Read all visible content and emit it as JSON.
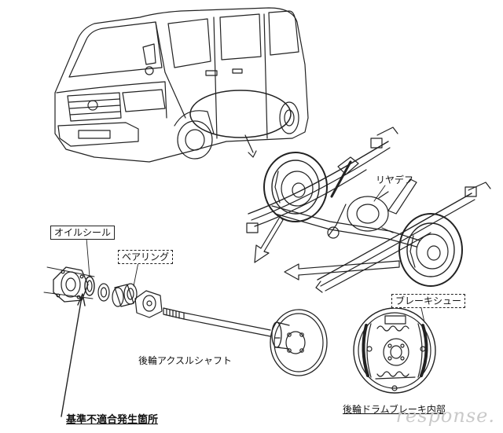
{
  "labels": {
    "oil_seal": "オイルシール",
    "bearing": "ベアリング",
    "rear_diff": "リヤデフ",
    "brake_shoe": "ブレーキシュー",
    "rear_axle_shaft": "後輪アクスルシャフト",
    "drum_brake_inside": "後輪ドラムブレーキ内部",
    "nonconformity_location": "基準不適合発生箇所"
  },
  "watermark": "response."
}
